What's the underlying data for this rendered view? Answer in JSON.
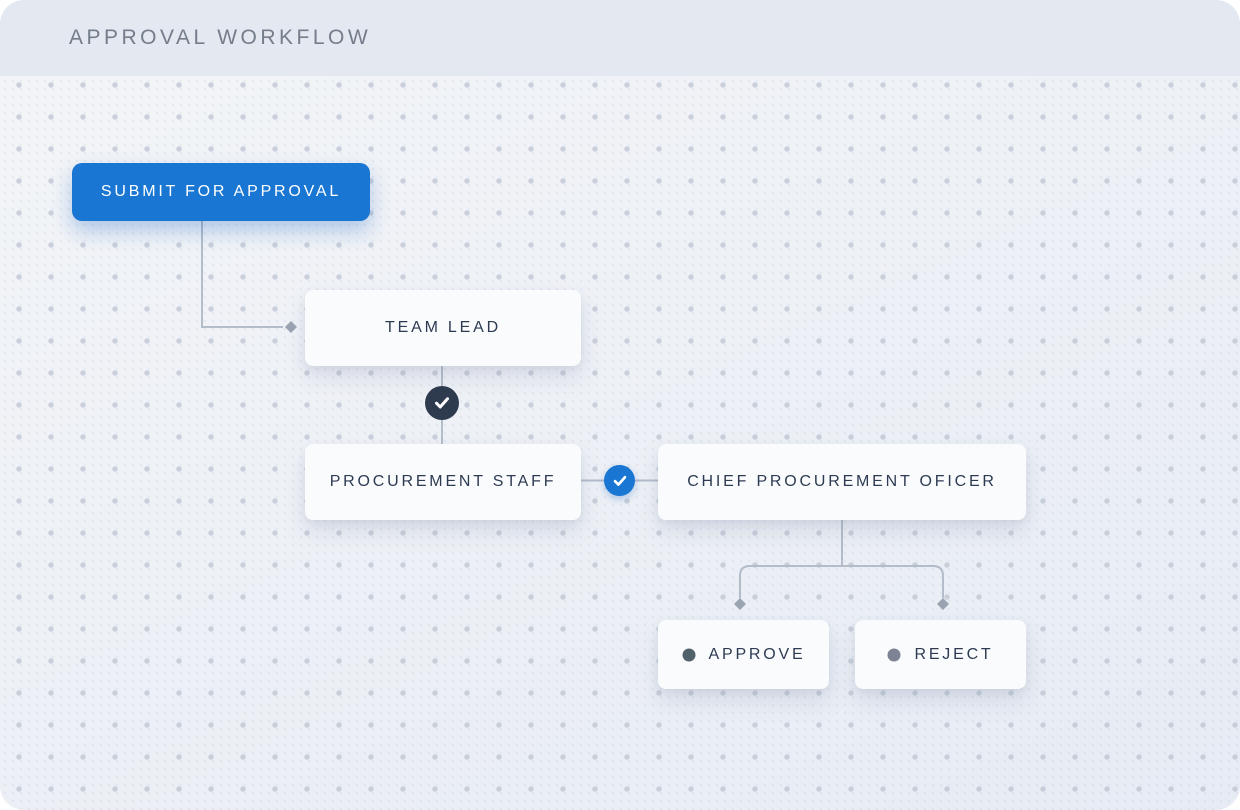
{
  "header": {
    "title": "APPROVAL WORKFLOW"
  },
  "workflow": {
    "submit_button": {
      "label": "SUBMIT FOR APPROVAL",
      "color": "#1976d2"
    },
    "team_lead": {
      "label": "TEAM LEAD"
    },
    "procurement_staff": {
      "label": "PROCUREMENT STAFF"
    },
    "chief_procurement_officer": {
      "label": "CHIEF PROCUREMENT OFICER"
    },
    "approve": {
      "label": "APPROVE",
      "bullet_color": "#51616b"
    },
    "reject": {
      "label": "REJECT",
      "bullet_color": "#7d8392"
    },
    "badges": {
      "team_lead_check_color": "#2e3a4e",
      "procurement_check_color": "#1976d2"
    },
    "connector_color": "#b3bcc9"
  }
}
